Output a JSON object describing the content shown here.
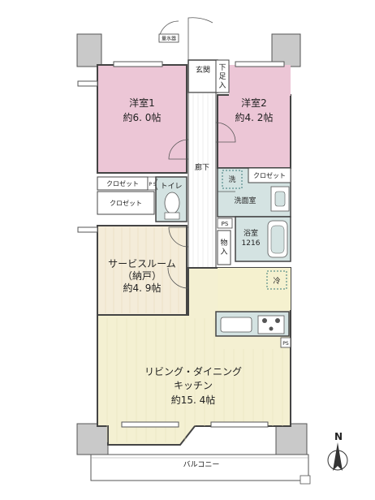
{
  "floorplan": {
    "rooms": {
      "western1": {
        "name": "洋室1",
        "size": "約6. 0帖",
        "color": "#ecc6d6"
      },
      "western2": {
        "name": "洋室2",
        "size": "約4. 2帖",
        "color": "#ecc6d6"
      },
      "service": {
        "name": "サービスルーム",
        "sub": "（納戸）",
        "size": "約4. 9帖",
        "color": "#f4ecd9"
      },
      "ldk": {
        "name": "リビング・ダイニング",
        "sub": "キッチン",
        "size": "約15. 4帖",
        "color": "#f4f0d2"
      },
      "kitchen_floor_color": "#f5f1cf",
      "wet_color": "#d4e3e2"
    },
    "labels": {
      "entrance": "玄関",
      "shoe_storage": [
        "下",
        "足",
        "入"
      ],
      "hallway": "廊下",
      "closet1a": "クロゼット",
      "closet1b": "クロゼット",
      "closet2": "クロゼット",
      "toilet": "トイレ",
      "washroom": "洗面室",
      "wash_machine": "洗",
      "bath_name": "浴室",
      "bath_size": "1216",
      "storage": [
        "物",
        "入"
      ],
      "ps": "PS",
      "ps_small": "P S",
      "fridge": "冷",
      "balcony": "バルコニー",
      "meter_box": "量水器",
      "north": "N"
    }
  }
}
